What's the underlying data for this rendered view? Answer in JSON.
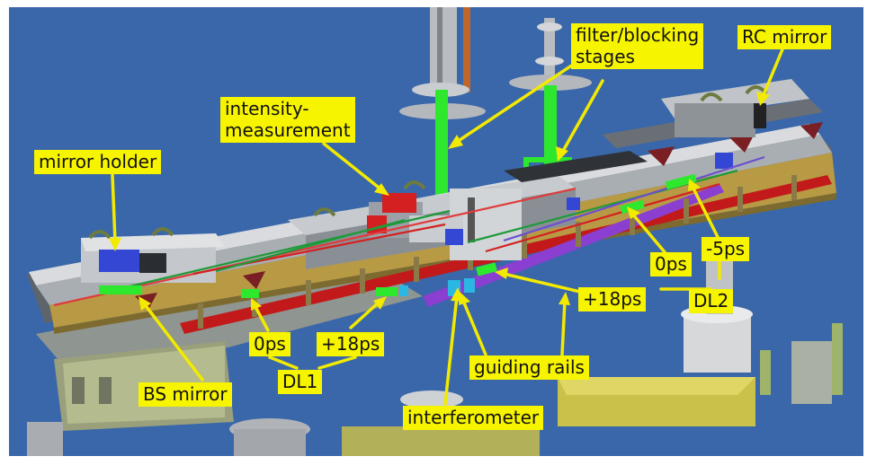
{
  "colors": {
    "background": "#3a67a9",
    "label_fill": "#f7f400",
    "arrow": "#f2ea00",
    "beam_green": "#2ee82e",
    "beam_red": "#d81b1b",
    "beam_purple": "#8a3fd1",
    "plate": "#b89a45",
    "frame": "#9ea39a",
    "metal_dark": "#59606a"
  },
  "labels": {
    "filter_blocking_line1": "filter/blocking",
    "filter_blocking_line2": "stages",
    "rc_mirror": "RC mirror",
    "intensity_line1": "intensity-",
    "intensity_line2": "measurement",
    "mirror_holder": "mirror holder",
    "minus5ps": "-5ps",
    "zero_ps_dl2": "0ps",
    "dl2": "DL2",
    "plus18ps_dl2": "+18ps",
    "zero_ps_dl1": "0ps",
    "plus18ps_dl1": "+18ps",
    "dl1": "DL1",
    "bs_mirror": "BS mirror",
    "guiding_rails": "guiding rails",
    "interferometer": "interferometer"
  }
}
